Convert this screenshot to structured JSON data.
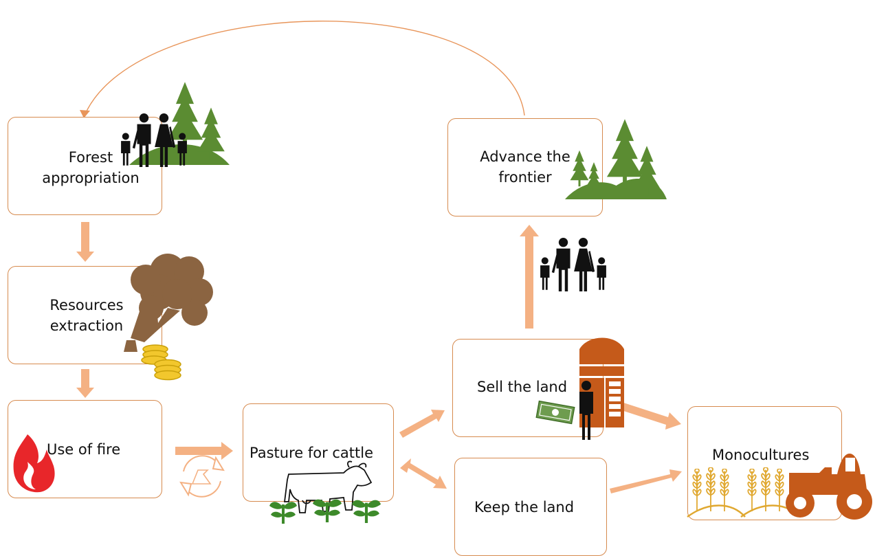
{
  "steps": {
    "forest_appropriation": {
      "line1": "Forest",
      "line2": "appropriation"
    },
    "resources_extraction": {
      "line1": "Resources",
      "line2": "extraction"
    },
    "use_of_fire": {
      "label": "Use of fire"
    },
    "pasture_for_cattle": {
      "label": "Pasture for cattle"
    },
    "sell_the_land": {
      "label": "Sell the land"
    },
    "keep_the_land": {
      "label": "Keep the land"
    },
    "advance_the_frontier": {
      "line1": "Advance the",
      "line2": "frontier"
    },
    "monocultures": {
      "label": "Monocultures"
    }
  },
  "colors": {
    "box_border": "#d68a4e",
    "arrow": "#f4b183",
    "loop_line": "#e8955a",
    "tree_green": "#5b8c32",
    "tree_brown": "#8b6441",
    "coin_gold": "#f2c72d",
    "fire_red": "#e8262a",
    "barn_orange": "#c55a1a",
    "cash_green": "#6e9c4f",
    "wheat_gold": "#e0a830"
  },
  "icons": [
    "family-icon",
    "pine-trees-icon",
    "tree-stump-icon",
    "coins-icon",
    "fire-icon",
    "recycle-icon",
    "cow-icon",
    "sprout-icon",
    "barn-silo-icon",
    "person-icon",
    "cash-icon",
    "wheat-icon",
    "tractor-icon"
  ]
}
